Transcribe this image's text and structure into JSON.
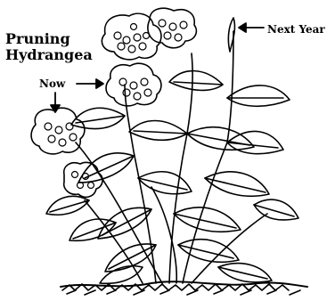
{
  "title": {
    "line1": "Pruning",
    "line2": "Hydrangea"
  },
  "labels": {
    "now": "Now",
    "next_year": "Next Year"
  },
  "colors": {
    "ink": "#000000",
    "paper": "#ffffff"
  }
}
